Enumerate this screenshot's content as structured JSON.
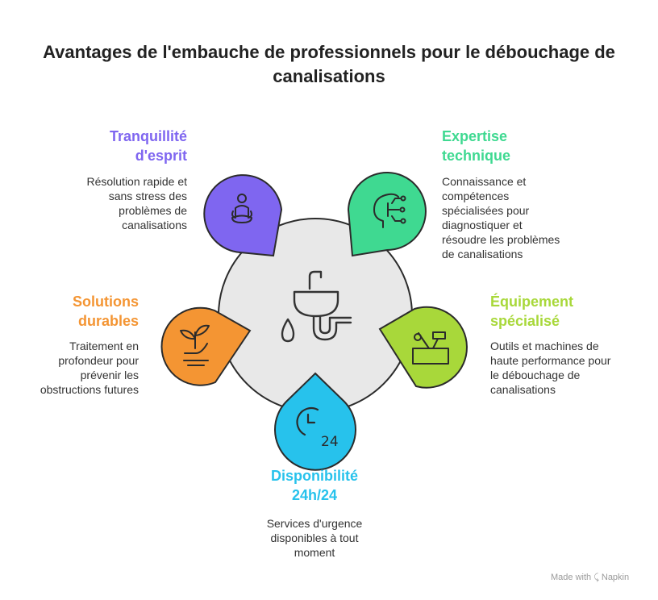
{
  "title": "Avantages de l'embauche de professionnels pour le débouchage de canalisations",
  "center_icon": "sink-icon",
  "items": [
    {
      "heading": "Tranquillité d'esprit",
      "heading_lines": [
        "Tranquillité",
        "d'esprit"
      ],
      "description_lines": [
        "Résolution rapide et",
        "sans stress des",
        "problèmes de",
        "canalisations"
      ],
      "color": "#7f66f0",
      "icon": "meditation-icon"
    },
    {
      "heading": "Expertise technique",
      "heading_lines": [
        "Expertise",
        "technique"
      ],
      "description_lines": [
        "Connaissance et",
        "compétences",
        "spécialisées pour",
        "diagnostiquer et",
        "résoudre les problèmes",
        "de canalisations"
      ],
      "color": "#3fd991",
      "icon": "head-circuit-icon"
    },
    {
      "heading": "Équipement spécialisé",
      "heading_lines": [
        "Équipement",
        "spécialisé"
      ],
      "description_lines": [
        "Outils et machines de",
        "haute performance pour",
        "le débouchage de",
        "canalisations"
      ],
      "color": "#a8d83a",
      "icon": "toolbox-icon"
    },
    {
      "heading": "Disponibilité 24h/24",
      "heading_lines": [
        "Disponibilité",
        "24h/24"
      ],
      "description_lines": [
        "Services d'urgence",
        "disponibles à tout",
        "moment"
      ],
      "color": "#27c2ec",
      "icon": "clock-24-icon"
    },
    {
      "heading": "Solutions durables",
      "heading_lines": [
        "Solutions",
        "durables"
      ],
      "description_lines": [
        "Traitement en",
        "profondeur pour",
        "prévenir les",
        "obstructions futures"
      ],
      "color": "#f49533",
      "icon": "plant-hand-icon"
    }
  ],
  "footer": {
    "made_with": "Made with",
    "brand": "Napkin"
  }
}
